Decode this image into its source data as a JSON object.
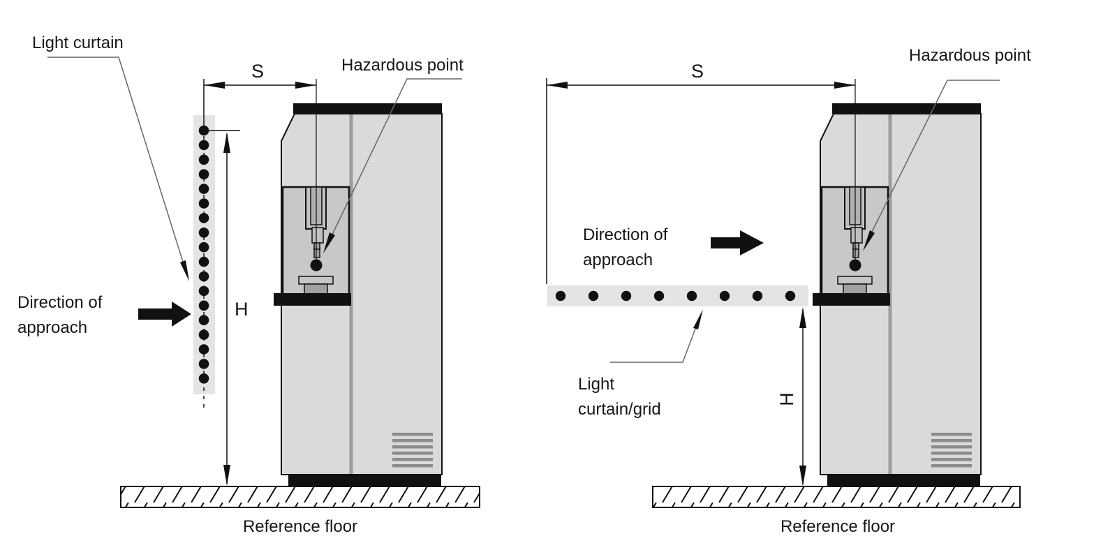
{
  "left_figure": {
    "light_curtain_label": "Light curtain",
    "s_label": "S",
    "hazardous_label": "Hazardous point",
    "h_label": "H",
    "direction_line1": "Direction of",
    "direction_line2": "approach",
    "floor_label": "Reference floor",
    "beam_count": 18,
    "curtain_orientation": "vertical"
  },
  "right_figure": {
    "s_label": "S",
    "hazardous_label": "Hazardous point",
    "h_label": "H",
    "direction_line1": "Direction of",
    "direction_line2": "approach",
    "curtain_label_line1": "Light",
    "curtain_label_line2": "curtain/grid",
    "floor_label": "Reference floor",
    "beam_count": 8,
    "curtain_orientation": "horizontal"
  },
  "colors": {
    "machine_body": "#d8dadb",
    "machine_recess": "#c6c8c9",
    "machine_seam": "#9a9c9d",
    "curtain_strip": "#e3e4e5",
    "beam_dot": "#111111",
    "line": "#111111",
    "leader": "#666666",
    "vent": "#8a8c8d",
    "text": "#161616"
  }
}
